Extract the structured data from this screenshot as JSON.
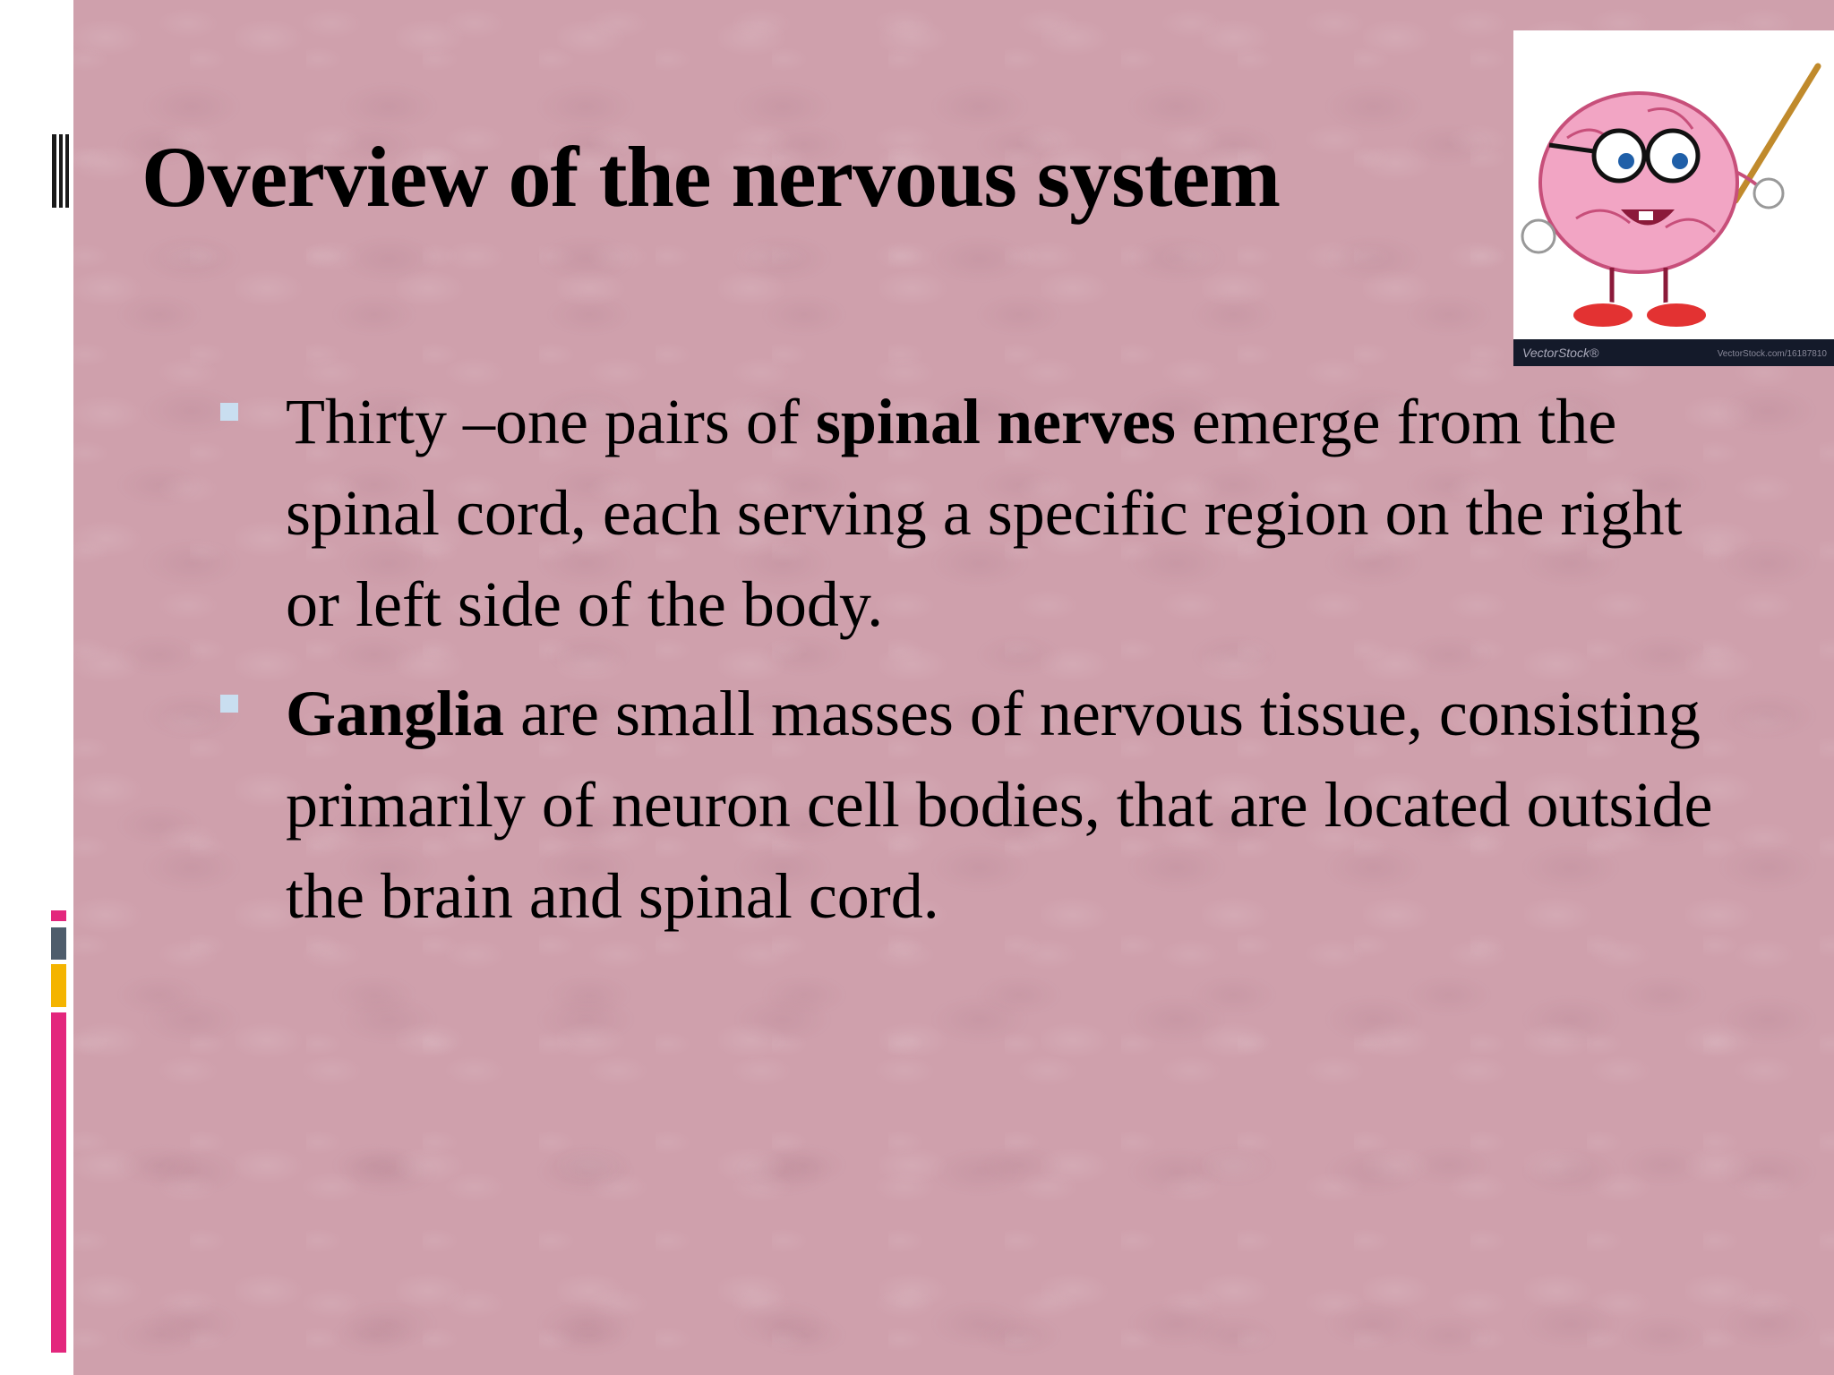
{
  "slide": {
    "title": "Overview of the nervous system",
    "picture": {
      "icon": "brain-teacher-cartoon",
      "watermark_left": "VectorStock®",
      "watermark_right": "VectorStock.com/16187810"
    },
    "bullets": [
      {
        "part1": "Thirty –one pairs of ",
        "bold": "spinal nerves",
        "part2": " emerge from the spinal cord, each serving a specific region on the right or left side of the body."
      },
      {
        "bold": "Ganglia",
        "part2": " are small masses of nervous tissue, consisting primarily of neuron cell bodies, that are located outside the brain and spinal cord."
      }
    ]
  },
  "colors": {
    "background": "#cfa0ac",
    "accent_pink": "#e3277d",
    "accent_gray": "#4e5d6c",
    "accent_yellow": "#f4b400",
    "bullet_marker": "#c9def0"
  }
}
